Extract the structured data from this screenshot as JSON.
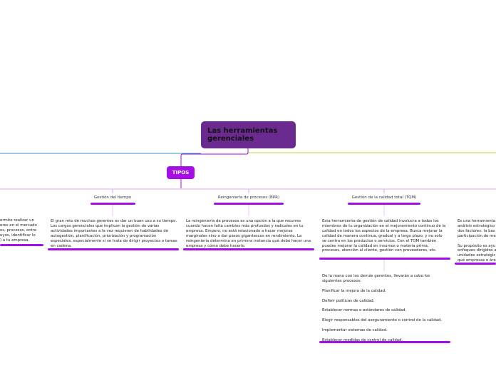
{
  "root": {
    "title": "Las herramientas gerenciales"
  },
  "tipos": {
    "label": "TIPOS"
  },
  "topics": [
    {
      "title": "Gestión del tiempo"
    },
    {
      "title": "Reingeniería de procesos (BPR)"
    },
    {
      "title": "Gestión de la calidad total (TQM)"
    }
  ],
  "texts": {
    "left_partial": "ermite realizar un\neres en el mercado\nos, procesos, entre\nuyos, identificar lo\n) a tu empresa.",
    "tiempo": "El gran reto de muchos gerentes es dar un buen uso a su tiempo. Los cargos gerenciales que implican la gestión de varias actividades importantes a la vez requieren de habilidades de autogestión, planificación, priorización y programación especiales, especialmente si se trata de dirigir proyectos o tareas en cadena.",
    "bpr": "La reingeniería de procesos es una opción a la que recurres cuando hacen falta cambios más profundos y radicales en tu empresa. Empero, no está relacionado a hacer mejoras marginales sino a dar pasos gigantescos en rendimiento. La reingeniería determina en primera instancia qué debe hacer una empresa y cómo debe hacerlo.",
    "tqm": "Esta herramienta de gestión de calidad involucra a todos los miembros de tu organización en el mejoramiento continuo de la calidad en todos los aspectos de la empresa. Busca mejorar la calidad de manera continua, gradual y a largo plazo, y no solo se centra en los productos o servicios. Con el TQM también puedes mejorar la calidad en insumos o materia prima, procesos, atención al cliente, gestión con proveedores, etc.",
    "right_partial": "Es una herramienta\nanálisis estratégico\ndos factores: la bas\nparticipación de me\n\nSu propósito es ayu\nenfoques dirigidos a\nunidades estratégic\nqué empresas o áre"
  },
  "procesos": [
    "De la mano con los demás gerentes, llevarán a cabo los siguientes procesos:",
    "Planificar la mejora de la calidad.",
    "Definir políticas de calidad.",
    "Establecer normas o estándares de calidad.",
    "Elegir responsables del aseguramiento o control de la calidad.",
    "Implementar sistemas de calidad.",
    "Establecer medidas de control de calidad."
  ],
  "colors": {
    "root": "#6b2a90",
    "accent": "#a60ee8",
    "blue_branch": "#3b8fd4",
    "green_branch": "#b8d431",
    "connector": "#d9a6f0"
  }
}
